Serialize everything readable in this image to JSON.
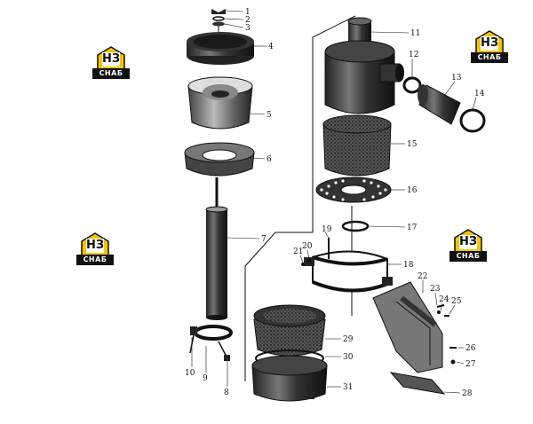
{
  "callouts": [
    {
      "id": "1",
      "label": "1"
    },
    {
      "id": "2",
      "label": "2"
    },
    {
      "id": "3",
      "label": "3"
    },
    {
      "id": "4",
      "label": "4"
    },
    {
      "id": "5",
      "label": "5"
    },
    {
      "id": "6",
      "label": "6"
    },
    {
      "id": "7",
      "label": "7"
    },
    {
      "id": "8",
      "label": "8"
    },
    {
      "id": "9",
      "label": "9"
    },
    {
      "id": "10",
      "label": "10"
    },
    {
      "id": "11",
      "label": "11"
    },
    {
      "id": "12",
      "label": "12"
    },
    {
      "id": "13",
      "label": "13"
    },
    {
      "id": "14",
      "label": "14"
    },
    {
      "id": "15",
      "label": "15"
    },
    {
      "id": "16",
      "label": "16"
    },
    {
      "id": "17",
      "label": "17"
    },
    {
      "id": "18",
      "label": "18"
    },
    {
      "id": "19",
      "label": "19"
    },
    {
      "id": "20",
      "label": "20"
    },
    {
      "id": "21",
      "label": "21"
    },
    {
      "id": "22",
      "label": "22"
    },
    {
      "id": "23",
      "label": "23"
    },
    {
      "id": "24",
      "label": "24"
    },
    {
      "id": "25",
      "label": "25"
    },
    {
      "id": "26",
      "label": "26"
    },
    {
      "id": "27",
      "label": "27"
    },
    {
      "id": "28",
      "label": "28"
    },
    {
      "id": "29",
      "label": "29"
    },
    {
      "id": "30",
      "label": "30"
    },
    {
      "id": "31",
      "label": "31"
    }
  ],
  "logo": {
    "mark": "НЗ",
    "text": "СНАБ",
    "accent_color": "#f2c500"
  }
}
